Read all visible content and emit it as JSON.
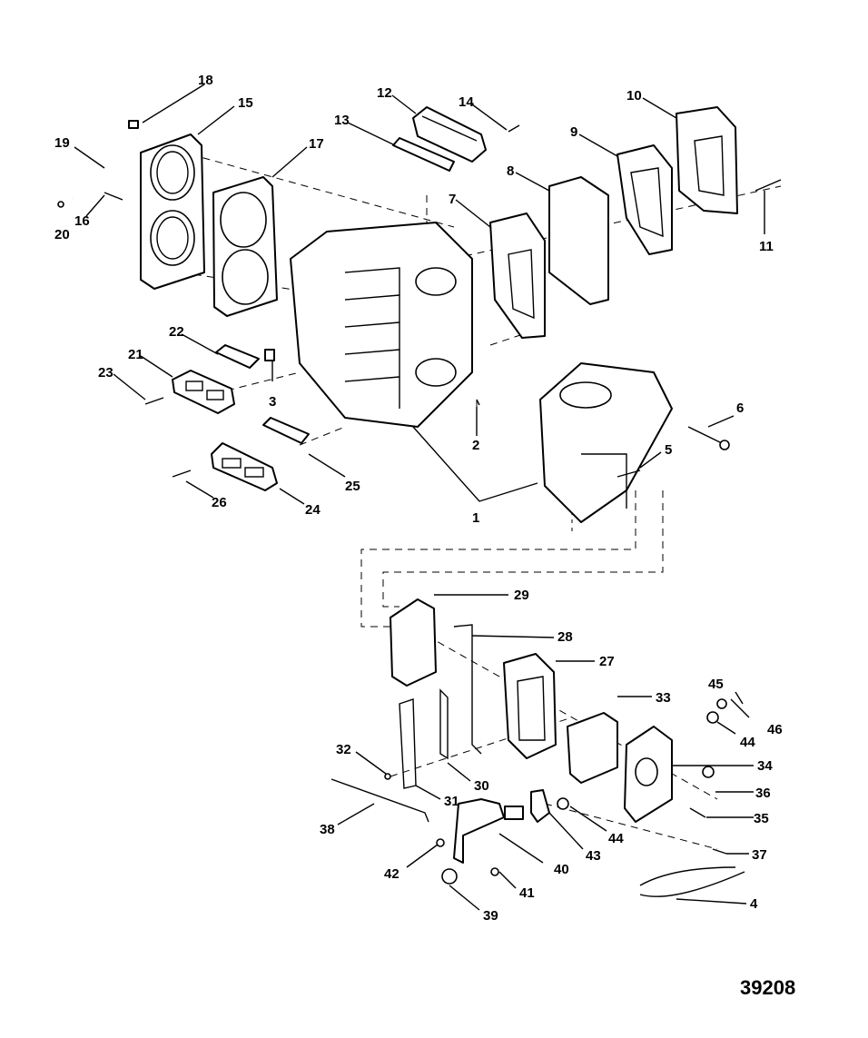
{
  "figure_number": "39208",
  "callouts": {
    "c1": "1",
    "c2": "2",
    "c3": "3",
    "c4": "4",
    "c5": "5",
    "c6": "6",
    "c7": "7",
    "c8": "8",
    "c9": "9",
    "c10": "10",
    "c11": "11",
    "c12": "12",
    "c13": "13",
    "c14": "14",
    "c15": "15",
    "c16": "16",
    "c17": "17",
    "c18": "18",
    "c19": "19",
    "c20": "20",
    "c21": "21",
    "c22": "22",
    "c23": "23",
    "c24": "24",
    "c25": "25",
    "c26": "26",
    "c27": "27",
    "c28": "28",
    "c29": "29",
    "c30": "30",
    "c31": "31",
    "c32": "32",
    "c33": "33",
    "c34": "34",
    "c35": "35",
    "c36": "36",
    "c37": "37",
    "c38": "38",
    "c39": "39",
    "c40": "40",
    "c41": "41",
    "c42": "42",
    "c43": "43",
    "c44a": "44",
    "c44b": "44",
    "c45": "45",
    "c46": "46"
  }
}
